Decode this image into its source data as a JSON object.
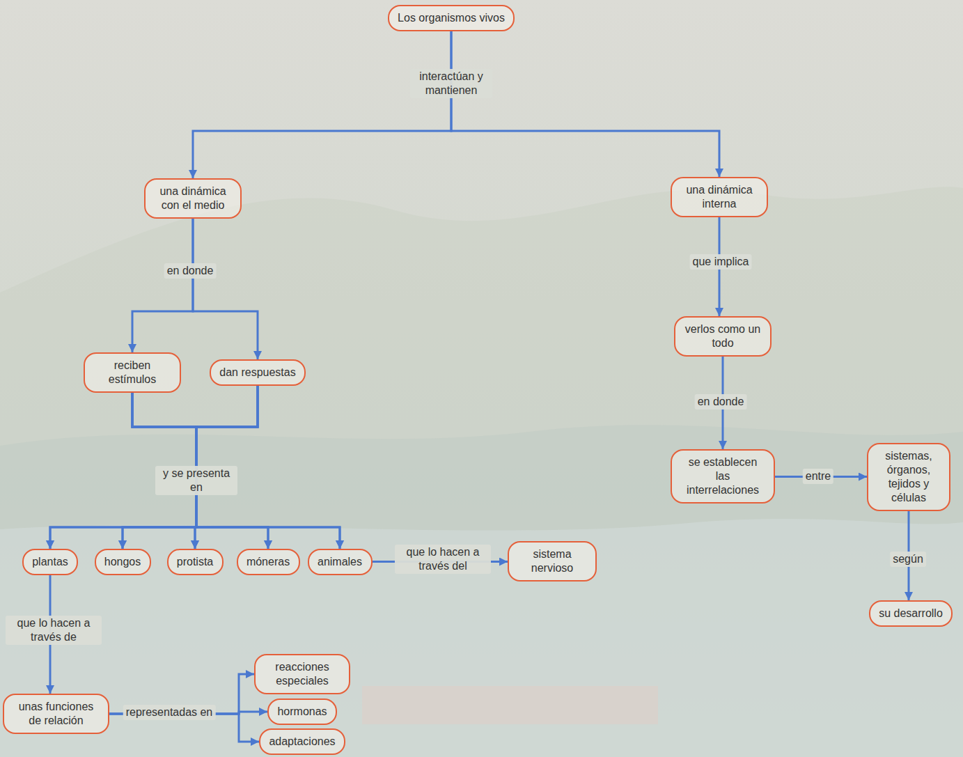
{
  "diagram": {
    "nodes": [
      {
        "text": [
          "Los organismos vivos"
        ]
      },
      {
        "text": [
          "una dinámica con el medio"
        ]
      },
      {
        "text": [
          "una dinámica interna"
        ]
      },
      {
        "text": [
          "reciben estímulos"
        ]
      },
      {
        "text": [
          "dan respuestas"
        ]
      },
      {
        "text": [
          "verlos como un todo"
        ]
      },
      {
        "text": [
          "se establecen las interrelaciones"
        ]
      },
      {
        "text": [
          "sistemas, órganos, tejidos y células"
        ]
      },
      {
        "text": [
          "plantas"
        ]
      },
      {
        "text": [
          "hongos"
        ]
      },
      {
        "text": [
          "protista"
        ]
      },
      {
        "text": [
          "móneras"
        ]
      },
      {
        "text": [
          "animales"
        ]
      },
      {
        "text": [
          "sistema nervioso"
        ]
      },
      {
        "text": [
          "su desarrollo"
        ]
      },
      {
        "text": [
          "unas funciones de relación"
        ]
      },
      {
        "text": [
          "reacciones especiales"
        ]
      },
      {
        "text": [
          "hormonas"
        ]
      },
      {
        "text": [
          "adaptaciones"
        ]
      }
    ],
    "edges": [
      {
        "from": 0,
        "to": 1,
        "label": "interactúan y mantienen",
        "arrow": "to"
      },
      {
        "from": 0,
        "to": 2,
        "arrow": "to"
      },
      {
        "from": 1,
        "to": 3,
        "label": "en donde",
        "arrow": "to"
      },
      {
        "from": 1,
        "to": 4,
        "arrow": "to"
      },
      {
        "from": 3,
        "to": 8,
        "label": "y se presenta en",
        "arrow": "to"
      },
      {
        "from": 3,
        "to": 9,
        "arrow": "to"
      },
      {
        "from": 3,
        "to": 10,
        "arrow": "to"
      },
      {
        "from": 3,
        "to": 11,
        "arrow": "to"
      },
      {
        "from": 3,
        "to": 12,
        "arrow": "to"
      },
      {
        "from": 4,
        "to": 8,
        "arrow": "to"
      },
      {
        "from": 4,
        "to": 9,
        "arrow": "to"
      },
      {
        "from": 4,
        "to": 10,
        "arrow": "to"
      },
      {
        "from": 4,
        "to": 11,
        "arrow": "to"
      },
      {
        "from": 4,
        "to": 12,
        "arrow": "to"
      },
      {
        "from": 12,
        "to": 13,
        "label": "que lo hacen a través del",
        "arrow": "to"
      },
      {
        "from": 8,
        "to": 15,
        "label": "que lo hacen a través de",
        "arrow": "to"
      },
      {
        "from": 15,
        "to": 16,
        "label": "representadas en",
        "arrow": "to"
      },
      {
        "from": 15,
        "to": 17,
        "arrow": "to"
      },
      {
        "from": 15,
        "to": 18,
        "arrow": "to"
      },
      {
        "from": 2,
        "to": 5,
        "label": "que implica",
        "arrow": "to"
      },
      {
        "from": 5,
        "to": 6,
        "label": "en donde",
        "arrow": "to"
      },
      {
        "from": 6,
        "to": 7,
        "label": "entre",
        "arrow": "to"
      },
      {
        "from": 7,
        "to": 14,
        "label": "según",
        "arrow": "to"
      }
    ]
  }
}
